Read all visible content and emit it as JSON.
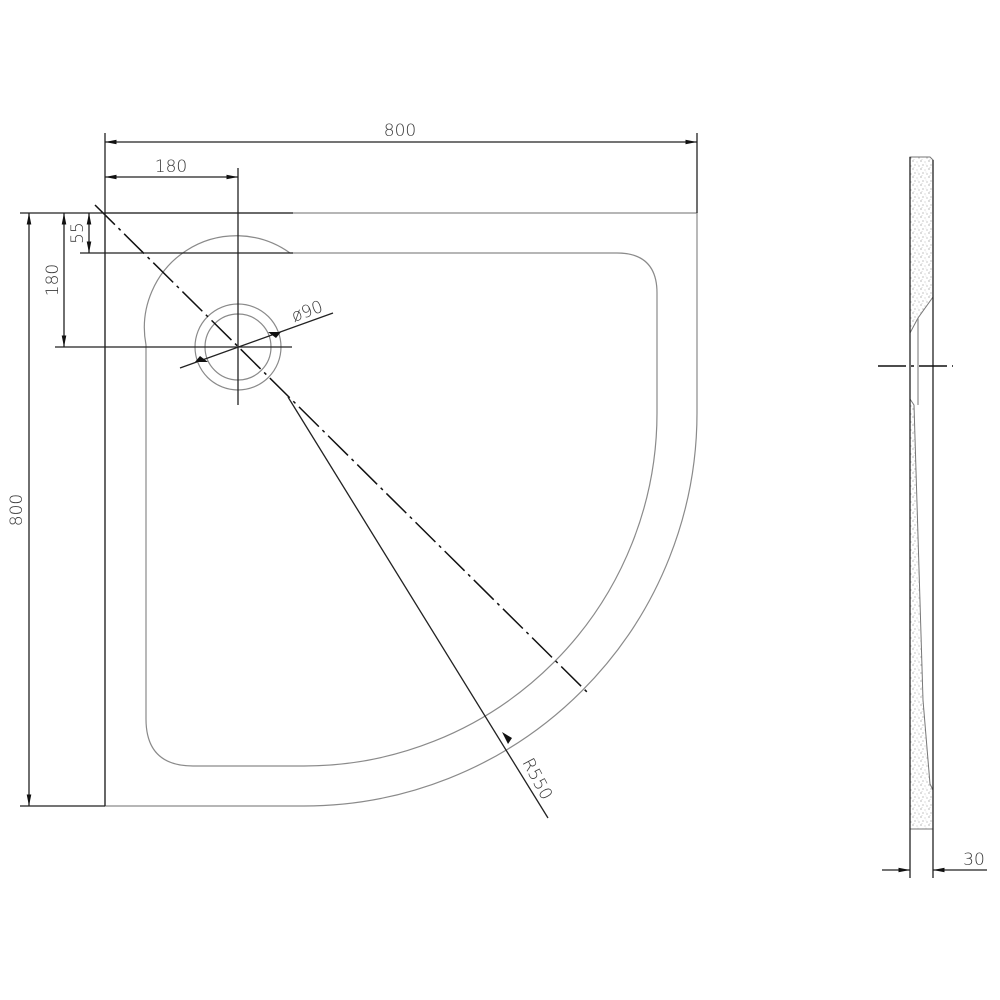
{
  "drawing": {
    "title": "Quadrant shower tray technical drawing",
    "views": [
      "plan-view",
      "side-section-view"
    ]
  },
  "dimensions": {
    "overall_width": "800",
    "overall_depth": "800",
    "waste_offset_x": "180",
    "waste_offset_y": "180",
    "rim_width": "55",
    "waste_diameter": "ø90",
    "radius": "R550",
    "tray_height": "30"
  },
  "colors": {
    "line": "#222222",
    "outline": "#8a8a8a",
    "hatch": "#9a9a9a",
    "background": "#ffffff"
  }
}
